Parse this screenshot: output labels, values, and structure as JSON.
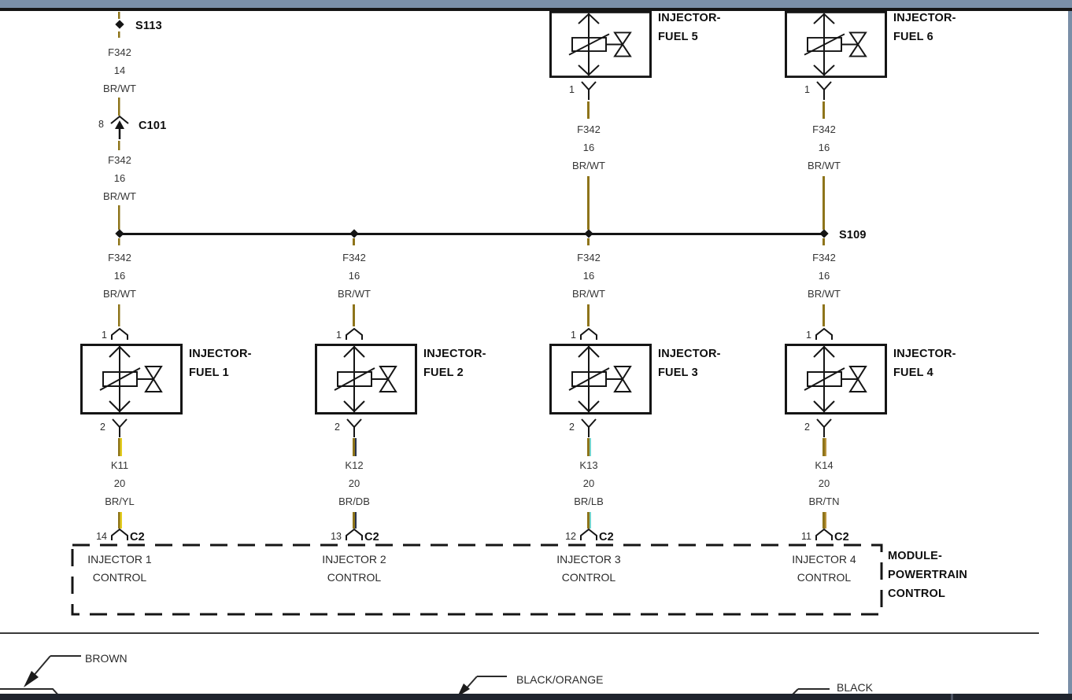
{
  "colors": {
    "frame_blue": "#7a8fa8",
    "taskbar_dark": "#20252e",
    "line_black": "#151515",
    "wire_brown": "#8e741a",
    "tracer_white": "#ffffff",
    "tracer_yellow": "#e3cc1e",
    "tracer_dark_blue": "#2a3550",
    "tracer_light_blue": "#74d4cc",
    "tracer_tan": "#b8933c"
  },
  "splices": {
    "s113": "S113",
    "s109": "S109"
  },
  "c101": {
    "pin": "8",
    "label": "C101"
  },
  "feed": {
    "upper": {
      "circuit": "F342",
      "gauge": "14",
      "color": "BR/WT"
    },
    "lower": {
      "circuit": "F342",
      "gauge": "16",
      "color": "BR/WT"
    }
  },
  "top_injectors": [
    {
      "name1": "INJECTOR-",
      "name2": "FUEL 5",
      "pin": "1",
      "wire": {
        "circuit": "F342",
        "gauge": "16",
        "color": "BR/WT"
      }
    },
    {
      "name1": "INJECTOR-",
      "name2": "FUEL 6",
      "pin": "1",
      "wire": {
        "circuit": "F342",
        "gauge": "16",
        "color": "BR/WT"
      }
    }
  ],
  "injectors": [
    {
      "name1": "INJECTOR-",
      "name2": "FUEL 1",
      "pin_in": "1",
      "pin_out": "2",
      "feed": {
        "circuit": "F342",
        "gauge": "16",
        "color": "BR/WT"
      },
      "out": {
        "circuit": "K11",
        "gauge": "20",
        "color": "BR/YL"
      },
      "c2_pin": "14",
      "c2": "C2",
      "ctrl1": "INJECTOR 1",
      "ctrl2": "CONTROL"
    },
    {
      "name1": "INJECTOR-",
      "name2": "FUEL 2",
      "pin_in": "1",
      "pin_out": "2",
      "feed": {
        "circuit": "F342",
        "gauge": "16",
        "color": "BR/WT"
      },
      "out": {
        "circuit": "K12",
        "gauge": "20",
        "color": "BR/DB"
      },
      "c2_pin": "13",
      "c2": "C2",
      "ctrl1": "INJECTOR 2",
      "ctrl2": "CONTROL"
    },
    {
      "name1": "INJECTOR-",
      "name2": "FUEL 3",
      "pin_in": "1",
      "pin_out": "2",
      "feed": {
        "circuit": "F342",
        "gauge": "16",
        "color": "BR/WT"
      },
      "out": {
        "circuit": "K13",
        "gauge": "20",
        "color": "BR/LB"
      },
      "c2_pin": "12",
      "c2": "C2",
      "ctrl1": "INJECTOR 3",
      "ctrl2": "CONTROL"
    },
    {
      "name1": "INJECTOR-",
      "name2": "FUEL 4",
      "pin_in": "1",
      "pin_out": "2",
      "feed": {
        "circuit": "F342",
        "gauge": "16",
        "color": "BR/WT"
      },
      "out": {
        "circuit": "K14",
        "gauge": "20",
        "color": "BR/TN"
      },
      "c2_pin": "11",
      "c2": "C2",
      "ctrl1": "INJECTOR 4",
      "ctrl2": "CONTROL"
    }
  ],
  "module": {
    "line1": "MODULE-",
    "line2": "POWERTRAIN",
    "line3": "CONTROL"
  },
  "legend": {
    "brown": "BROWN",
    "black_orange": "BLACK/ORANGE",
    "black": "BLACK"
  }
}
